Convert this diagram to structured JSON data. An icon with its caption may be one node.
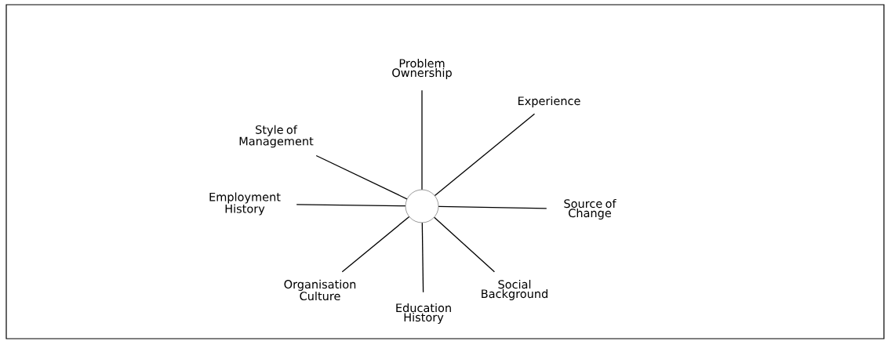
{
  "diagram": {
    "nodes": [
      {
        "text": [
          "Problem Ownership"
        ]
      },
      {
        "text": [
          "Style of Management"
        ]
      },
      {
        "text": [
          "Experience"
        ]
      },
      {
        "text": [
          "Employment History"
        ]
      },
      {
        "text": [],
        "shape": "circle"
      },
      {
        "text": [
          "Source of Change"
        ]
      },
      {
        "text": [
          "Organisation Culture"
        ]
      },
      {
        "text": [
          "Social Background"
        ]
      },
      {
        "text": [
          "Education History"
        ]
      }
    ],
    "edges": [
      {
        "from": 4,
        "to": 0,
        "arrow": "none"
      },
      {
        "from": 4,
        "to": 1,
        "arrow": "none"
      },
      {
        "from": 4,
        "to": 2,
        "arrow": "none"
      },
      {
        "from": 4,
        "to": 3,
        "arrow": "none"
      },
      {
        "from": 4,
        "to": 5,
        "arrow": "none"
      },
      {
        "from": 4,
        "to": 6,
        "arrow": "none"
      },
      {
        "from": 4,
        "to": 7,
        "arrow": "none"
      },
      {
        "from": 4,
        "to": 8,
        "arrow": "none"
      }
    ]
  }
}
